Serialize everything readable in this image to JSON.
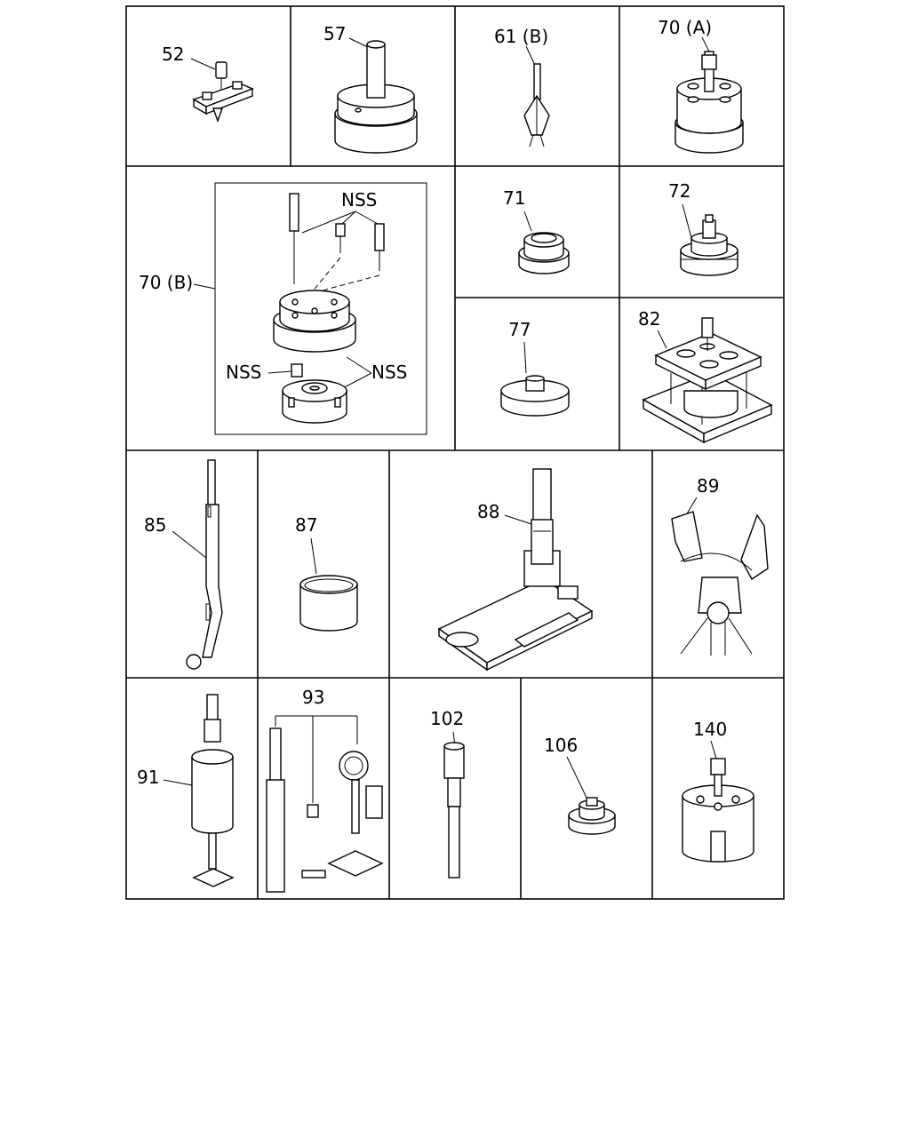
{
  "labels": {
    "l52": "52",
    "l57": "57",
    "l61b": "61 (B)",
    "l70a": "70 (A)",
    "l70b": "70 (B)",
    "nss1": "NSS",
    "nss2": "NSS",
    "nss3": "NSS",
    "l71": "71",
    "l72": "72",
    "l77": "77",
    "l82": "82",
    "l85": "85",
    "l87": "87",
    "l88": "88",
    "l89": "89",
    "l91": "91",
    "l93": "93",
    "l102": "102",
    "l106": "106",
    "l140": "140"
  }
}
